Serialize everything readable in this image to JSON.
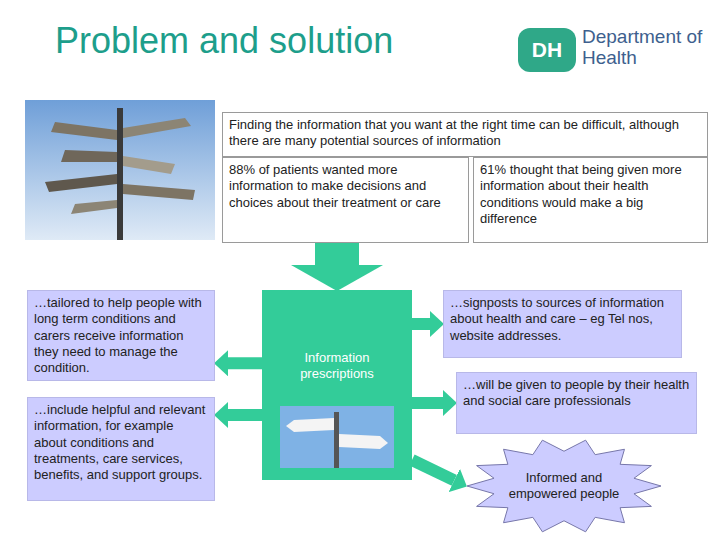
{
  "diagram": {
    "title": "Problem and solution",
    "nodes": [
      {
        "text": [
          "Finding the information that you want at the right time can be difficult, although there are many potential sources of information"
        ]
      },
      {
        "text": [
          "88% of patients wanted more information to make decisions and choices about their treatment or care"
        ]
      },
      {
        "text": [
          "61% thought that being given more information about their health conditions would make a big difference"
        ]
      },
      {
        "text": [
          "…tailored to help people with long term conditions and carers receive information they need to manage the condition."
        ]
      },
      {
        "text": [
          "…signposts to sources of information about health and care – eg Tel nos, website addresses."
        ]
      },
      {
        "text": [
          "Information prescriptions"
        ]
      },
      {
        "text": [
          "…will be given to people by their health and social care professionals"
        ]
      },
      {
        "text": [
          "…include helpful and relevant information, for example about conditions and treatments, care services, benefits, and support groups."
        ]
      },
      {
        "text": [
          "Informed and empowered people"
        ]
      }
    ],
    "edges": [
      {
        "from": 1,
        "to": 5,
        "arrow": "to"
      },
      {
        "from": 5,
        "to": 3,
        "arrow": "to"
      },
      {
        "from": 5,
        "to": 7,
        "arrow": "to"
      },
      {
        "from": 5,
        "to": 4,
        "arrow": "to"
      },
      {
        "from": 5,
        "to": 6,
        "arrow": "to"
      },
      {
        "from": 5,
        "to": 8,
        "arrow": "to"
      }
    ],
    "labels": [
      "DH",
      "Department of Health"
    ]
  }
}
